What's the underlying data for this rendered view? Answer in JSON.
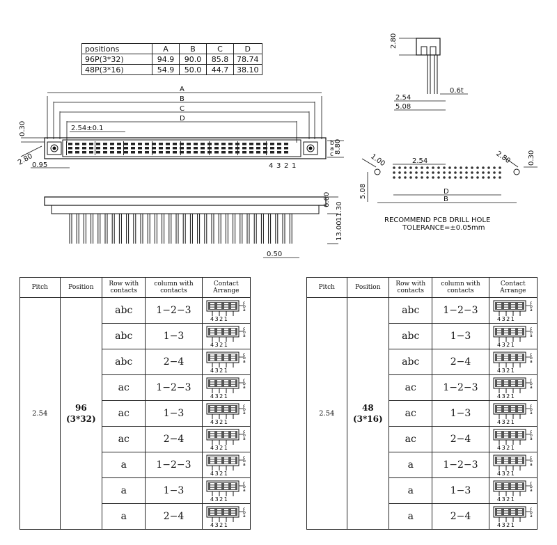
{
  "dimension_table": {
    "headers": [
      "positions",
      "A",
      "B",
      "C",
      "D"
    ],
    "rows": [
      {
        "label": "96P(3*32)",
        "values": [
          "94.9",
          "90.0",
          "85.8",
          "78.74"
        ]
      },
      {
        "label": "48P(3*16)",
        "values": [
          "54.9",
          "50.0",
          "44.7",
          "38.10"
        ]
      }
    ]
  },
  "top_view": {
    "dim_A": "A",
    "dim_B": "B",
    "dim_C": "C",
    "dim_D": "D",
    "pitch": "2.54±0.1",
    "dim_030": "0.30",
    "dim_280": "2.80",
    "dim_095": "0.95",
    "dim_880": "8.80",
    "row_labels": [
      "b",
      "a",
      "c"
    ],
    "col_labels": [
      "4",
      "3",
      "2",
      "1"
    ]
  },
  "side_view": {
    "dim_660": "6.60",
    "dim_1130": "11.30",
    "dim_1300": "13.00",
    "dim_050": "0.50"
  },
  "section_view": {
    "dim_280": "2.80",
    "dim_254": "2.54",
    "dim_508": "5.08",
    "dim_06t": "0.6t"
  },
  "pcb_layout": {
    "dim_100": "1.00",
    "dim_254": "2.54",
    "dim_280": "2.80",
    "dim_030": "0.30",
    "dim_508": "5.08",
    "dim_D": "D",
    "dim_B": "B",
    "note_line1": "RECOMMEND PCB DRILL HOLE",
    "note_line2": "TOLERANCE=±0.05mm"
  },
  "spec_tables": [
    {
      "headers": [
        "Pitch",
        "Position",
        "Row with contacts",
        "column with contacts",
        "Contact Arrange"
      ],
      "pitch": "2.54",
      "position_count": "96",
      "position_config": "(3*32)",
      "rows": [
        {
          "rows": "abc",
          "columns": "1−2−3"
        },
        {
          "rows": "abc",
          "columns": "1−3"
        },
        {
          "rows": "abc",
          "columns": "2−4"
        },
        {
          "rows": "ac",
          "columns": "1−2−3"
        },
        {
          "rows": "ac",
          "columns": "1−3"
        },
        {
          "rows": "ac",
          "columns": "2−4"
        },
        {
          "rows": "a",
          "columns": "1−2−3"
        },
        {
          "rows": "a",
          "columns": "1−3"
        },
        {
          "rows": "a",
          "columns": "2−4"
        }
      ]
    },
    {
      "headers": [
        "Pitch",
        "Position",
        "Row with contacts",
        "column with contacts",
        "Contact Arrange"
      ],
      "pitch": "2.54",
      "position_count": "48",
      "position_config": "(3*16)",
      "rows": [
        {
          "rows": "abc",
          "columns": "1−2−3"
        },
        {
          "rows": "abc",
          "columns": "1−3"
        },
        {
          "rows": "abc",
          "columns": "2−4"
        },
        {
          "rows": "ac",
          "columns": "1−2−3"
        },
        {
          "rows": "ac",
          "columns": "1−3"
        },
        {
          "rows": "ac",
          "columns": "2−4"
        },
        {
          "rows": "a",
          "columns": "1−2−3"
        },
        {
          "rows": "a",
          "columns": "1−3"
        },
        {
          "rows": "a",
          "columns": "2−4"
        }
      ]
    }
  ],
  "arrange_labels": {
    "cols": "4321",
    "rows": [
      "c",
      "b",
      "a"
    ]
  }
}
